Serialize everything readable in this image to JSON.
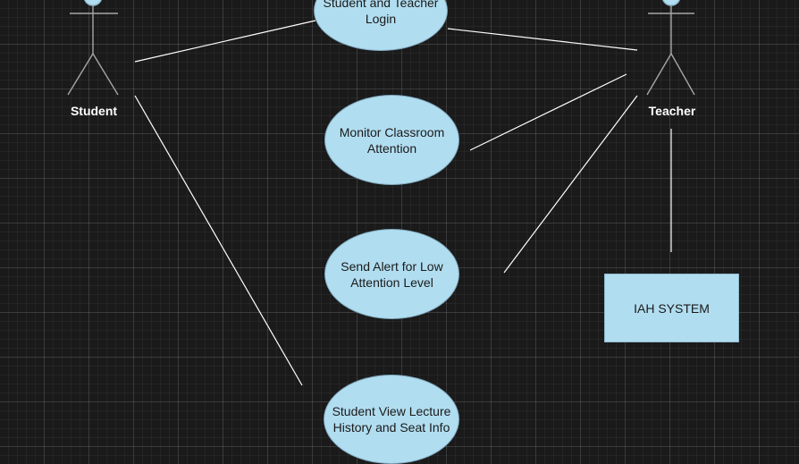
{
  "actors": {
    "student": {
      "label": "Student"
    },
    "teacher": {
      "label": "Teacher"
    }
  },
  "use_cases": {
    "login": {
      "label_line1": "Student and Teacher",
      "label_line2": "Login"
    },
    "monitor": {
      "label_line1": "Monitor Classroom",
      "label_line2": "Attention"
    },
    "alert": {
      "label_line1": "Send Alert for Low",
      "label_line2": "Attention Level"
    },
    "history": {
      "label_line1": "Student View Lecture",
      "label_line2": "History and Seat Info"
    }
  },
  "system": {
    "label": "IAH SYSTEM"
  },
  "colors": {
    "background": "#1a1a1a",
    "use_case_fill": "#b1ddf0",
    "connector": "#ffffff",
    "actor_stroke": "#b3b3b3"
  }
}
